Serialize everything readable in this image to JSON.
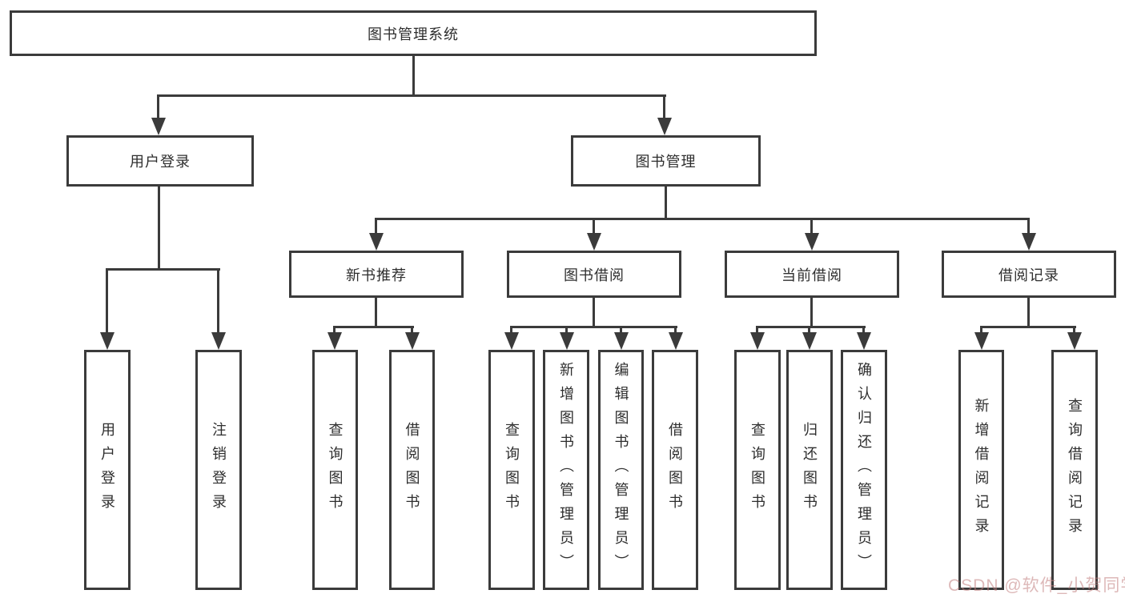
{
  "diagram": {
    "root": {
      "label": "图书管理系统"
    },
    "level2": [
      {
        "id": "user-login",
        "label": "用户登录"
      },
      {
        "id": "book-management",
        "label": "图书管理"
      }
    ],
    "level3": [
      {
        "id": "new-book-recommend",
        "label": "新书推荐"
      },
      {
        "id": "book-borrow",
        "label": "图书借阅"
      },
      {
        "id": "current-borrow",
        "label": "当前借阅"
      },
      {
        "id": "borrow-records",
        "label": "借阅记录"
      }
    ],
    "leaves": {
      "login": [
        "用户登录",
        "注销登录"
      ],
      "recommend": [
        "查询图书",
        "借阅图书"
      ],
      "borrow": [
        "查询图书",
        "新增图书（管理员）",
        "编辑图书（管理员）",
        "借阅图书"
      ],
      "current": [
        "查询图书",
        "归还图书",
        "确认归还（管理员）"
      ],
      "records": [
        "新增借阅记录",
        "查询借阅记录"
      ]
    },
    "watermark": "CSDN @软件_小贺同学",
    "colors": {
      "line": "#3b3b3b",
      "background": "#ffffff",
      "watermark": "#ddb7b7"
    }
  }
}
